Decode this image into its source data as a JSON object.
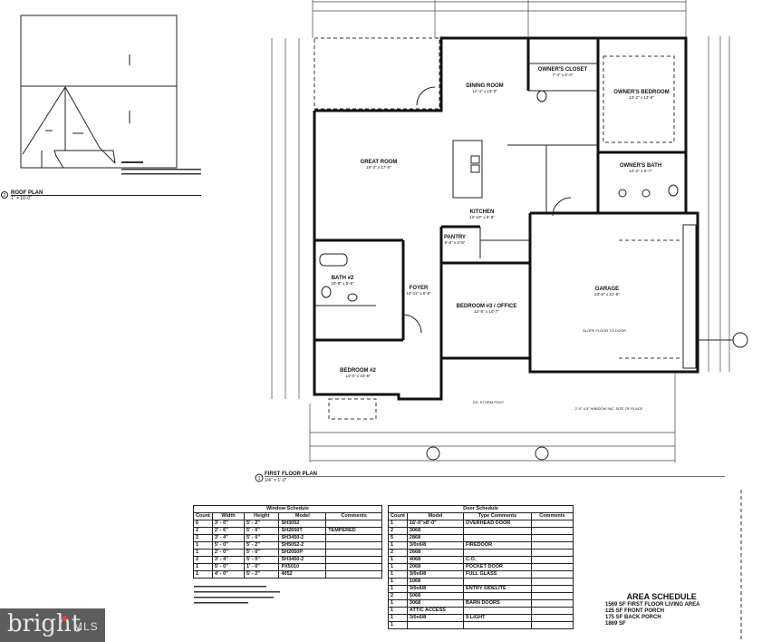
{
  "roof_plan": {
    "title": "ROOF PLAN",
    "scale": "1\" = 10'-0\"",
    "number": "2"
  },
  "first_floor_plan": {
    "title": "FIRST FLOOR PLAN",
    "scale": "1/4\" = 1'-0\"",
    "number": "1",
    "rooms": [
      {
        "name": "DINING ROOM",
        "dims": "12'-4\" x 13'-0\""
      },
      {
        "name": "OWNER'S CLOSET",
        "dims": "7'-4\" x 6'-3\""
      },
      {
        "name": "OWNER'S BEDROOM",
        "dims": "13'-2\" x 13'-8\""
      },
      {
        "name": "GREAT ROOM",
        "dims": "19'-3\" x 17'-0\""
      },
      {
        "name": "KITCHEN",
        "dims": "12'-10\" x 8'-8\""
      },
      {
        "name": "OWNER'S BATH",
        "dims": "12'-2\" x 6'-7\""
      },
      {
        "name": "PANTRY",
        "dims": "5'-8\" x 3'-8\""
      },
      {
        "name": "BATH #2",
        "dims": "10'-8\" x 5'-8\""
      },
      {
        "name": "FOYER",
        "dims": "10'-11\" x 6'-8\""
      },
      {
        "name": "BEDROOM #3 / OFFICE",
        "dims": "12'-8\" x 10'-7\""
      },
      {
        "name": "BEDROOM #2",
        "dims": "13'-0\" x 10'-8\""
      },
      {
        "name": "GARAGE",
        "dims": "23'-8\" x 21'-8\""
      }
    ],
    "notes": {
      "stair": "SLOPE FLOOR TO DOOR",
      "downspout": "DS. STORM POST",
      "garage_note": "2'-0\" 4.5\" WINDOW INC. SIZE OF PLACE"
    }
  },
  "window_schedule": {
    "title": "Window Schedule",
    "columns": [
      "Count",
      "Width",
      "Height",
      "Model",
      "Comments"
    ],
    "rows": [
      [
        "6",
        "3' - 0\"",
        "5' - 2\"",
        "SH3052",
        ""
      ],
      [
        "2",
        "2' - 6\"",
        "5' - 0\"",
        "SH2650T",
        "TEMPERED"
      ],
      [
        "2",
        "3' - 4\"",
        "5' - 0\"",
        "SH3450-2",
        ""
      ],
      [
        "1",
        "5' - 0\"",
        "5' - 2\"",
        "SH5052-2",
        ""
      ],
      [
        "1",
        "2' - 0\"",
        "5' - 0\"",
        "SH2050P",
        ""
      ],
      [
        "2",
        "3' - 4\"",
        "5' - 0\"",
        "SH3450-2",
        ""
      ],
      [
        "1",
        "5' - 0\"",
        "1' - 0\"",
        "PX5010",
        ""
      ],
      [
        "1",
        "4' - 0\"",
        "5' - 2\"",
        "4052",
        ""
      ]
    ]
  },
  "door_schedule": {
    "title": "Door Schedule",
    "columns": [
      "Count",
      "Model",
      "Type Comments",
      "Comments"
    ],
    "rows": [
      [
        "1",
        "16'-0\"x8'-0\"",
        "OVERHEAD DOOR",
        ""
      ],
      [
        "2",
        "3068",
        "",
        ""
      ],
      [
        "5",
        "2868",
        "",
        ""
      ],
      [
        "1",
        "3/0x6/8",
        "FIREDOOR",
        ""
      ],
      [
        "2",
        "2668",
        "",
        ""
      ],
      [
        "1",
        "4068",
        "C.O.",
        ""
      ],
      [
        "1",
        "2068",
        "POCKET DOOR",
        ""
      ],
      [
        "1",
        "3/0x6/8",
        "FULL GLASS",
        ""
      ],
      [
        "1",
        "1068",
        "",
        ""
      ],
      [
        "1",
        "3/0x6/8",
        "ENTRY SIDELITE",
        ""
      ],
      [
        "2",
        "5068",
        "",
        ""
      ],
      [
        "1",
        "3068",
        "BARN DOORS",
        ""
      ],
      [
        "1",
        "ATTIC ACCESS",
        "",
        ""
      ],
      [
        "1",
        "3/0x6/8",
        "9-LIGHT",
        ""
      ],
      [
        "1",
        "",
        "",
        ""
      ]
    ]
  },
  "area_schedule": {
    "title": "AREA SCHEDULE",
    "lines": [
      "1569 SF  FIRST FLOOR LIVING AREA",
      "125 SF  FRONT PORCH",
      "175 SF  BACK PORCH",
      "1869 SF"
    ]
  },
  "watermark": {
    "brand": "bright",
    "suffix": "MLS",
    "accent": "#d8473b",
    "background": "#5d5d5d"
  }
}
